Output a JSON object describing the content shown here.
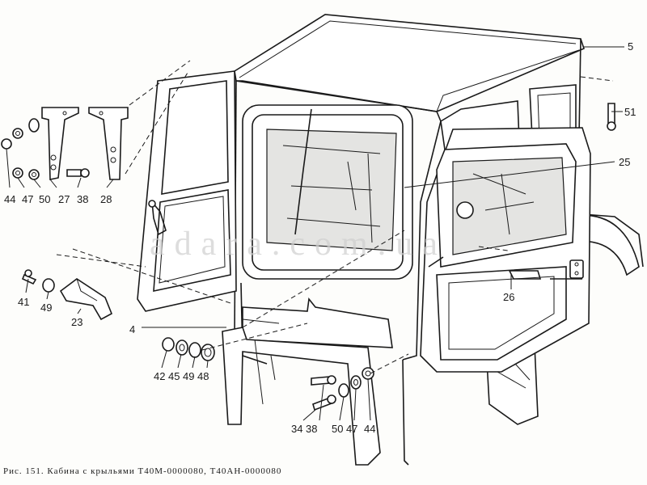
{
  "figure": {
    "caption": "Рис. 151. Кабина с крыльями Т40М-0000080, Т40АН-0000080",
    "watermark": "adara.com.ua"
  },
  "labels": {
    "l5": "5",
    "l51": "51",
    "l25": "25",
    "l26": "26",
    "l4": "4",
    "l41": "41",
    "l49": "49",
    "l23": "23",
    "l44a": "44",
    "l47a": "47",
    "l50a": "50",
    "l27": "27",
    "l38a": "38",
    "l28": "28",
    "l42": "42",
    "l45": "45",
    "l49b": "49",
    "l48": "48",
    "l34": "34",
    "l38b": "38",
    "l50b": "50",
    "l47b": "47",
    "l44b": "44"
  }
}
